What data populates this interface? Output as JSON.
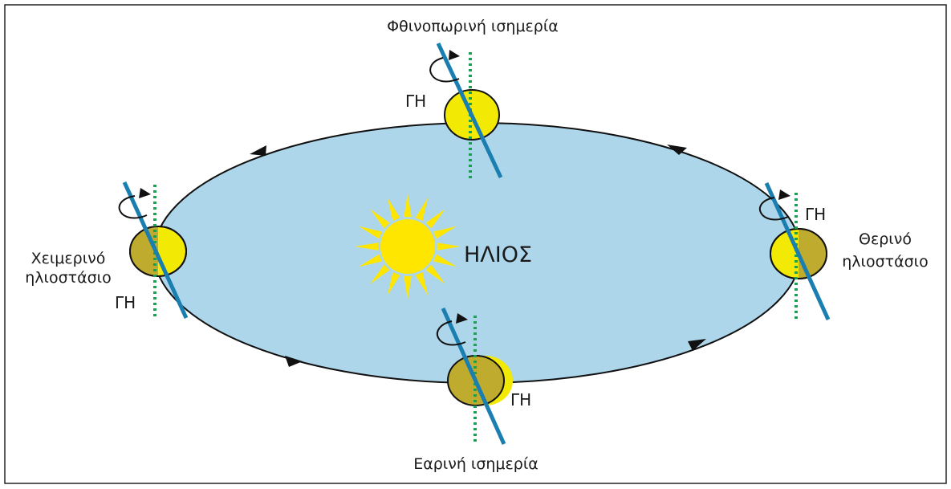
{
  "labels": {
    "sun": "ΗΛΙΟΣ",
    "earth": "ΓΗ",
    "autumn_equinox": "Φθινοπωρινή ισημερία",
    "spring_equinox": "Εαρινή ισημερία",
    "summer_solstice_line1": "Θερινό",
    "summer_solstice_line2": "ηλιοστάσιο",
    "winter_solstice_line1": "Χειμερινό",
    "winter_solstice_line2": "ηλιοστάσιο"
  },
  "colors": {
    "orbit_fill": "#aed6ea",
    "sun": "#ffe600",
    "earth_lit": "#f2ea05",
    "earth_dark": "#bfab2e",
    "axis": "#1a7fb0",
    "vertical_dotted": "#1aa050"
  }
}
